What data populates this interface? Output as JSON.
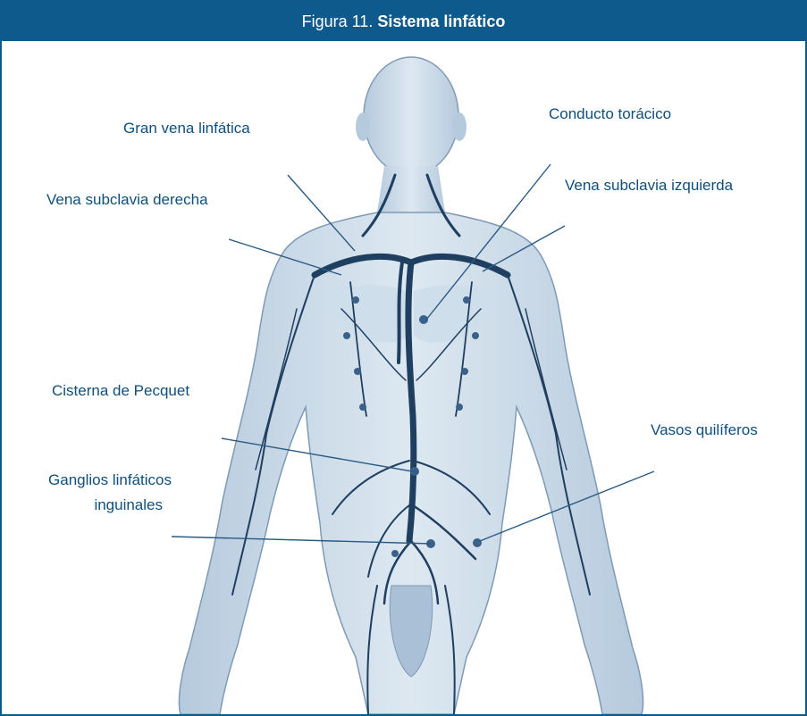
{
  "header": {
    "prefix": "Figura 11.",
    "title": "Sistema linfático",
    "bg_color": "#0f5a8c"
  },
  "labels": {
    "gran_vena": "Gran vena linfática",
    "vena_subclavia_derecha": "Vena subclavia derecha",
    "conducto_toracico": "Conducto torácico",
    "vena_subclavia_izquierda": "Vena subclavia izquierda",
    "cisterna": "Cisterna de Pecquet",
    "ganglios_line1": "Ganglios linfáticos",
    "ganglios_line2": "inguinales",
    "vasos_quiliferos": "Vasos quilíferos"
  },
  "colors": {
    "label_text": "#0f4f7c",
    "body_fill": "#c9d9e8",
    "body_shade": "#8fb0cc",
    "vessel": "#1f3f60",
    "leader": "#2a5a85"
  }
}
